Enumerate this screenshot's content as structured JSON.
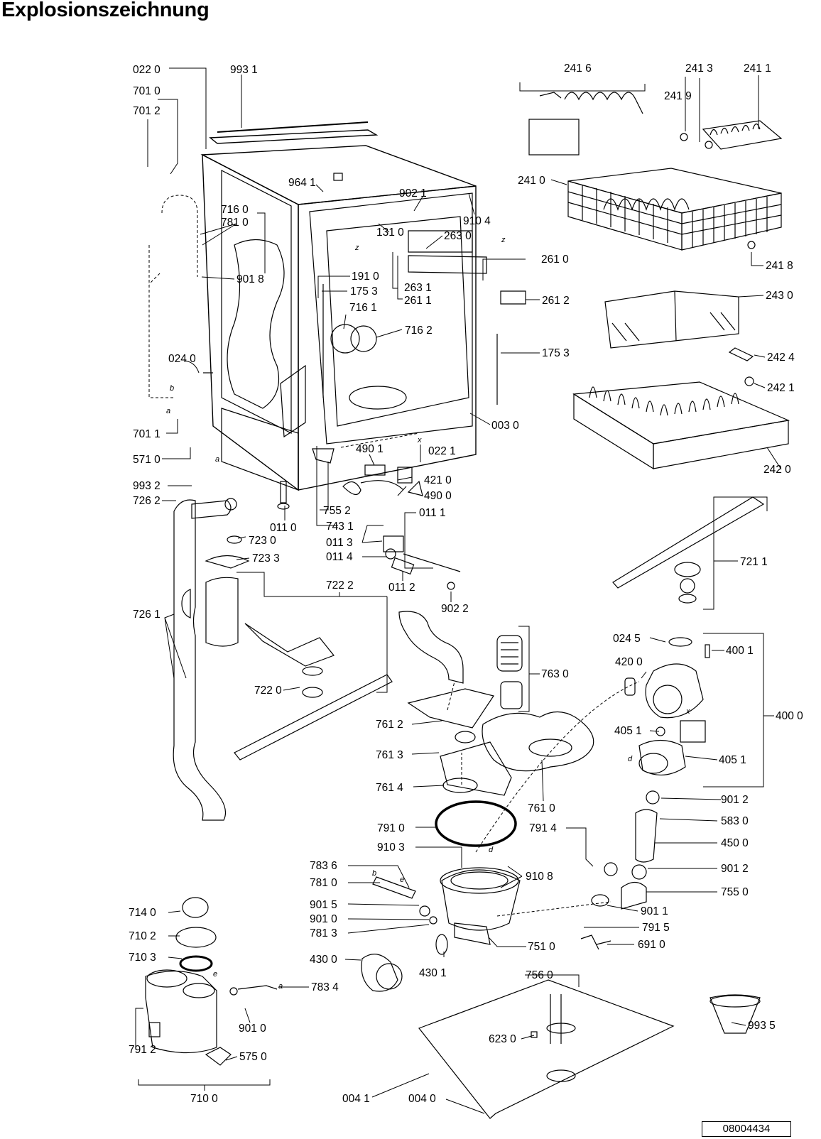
{
  "title": "Explosionszeichnung",
  "document_number": "08004434",
  "letters": {
    "a": "a",
    "b": "b",
    "d": "d",
    "e": "e",
    "x": "x",
    "z": "z"
  },
  "parts": {
    "p022_0": "022 0",
    "p993_1": "993 1",
    "p701_0": "701 0",
    "p701_2": "701 2",
    "p964_1": "964 1",
    "p902_1": "902 1",
    "p910_4": "910 4",
    "p716_0": "716 0",
    "p781_0_top": "781 0",
    "p131_0": "131 0",
    "p263_0": "263 0",
    "p901_8": "901 8",
    "p191_0": "191 0",
    "p175_3_a": "175 3",
    "p263_1": "263 1",
    "p261_1": "261 1",
    "p261_0": "261 0",
    "p261_2": "261 2",
    "p716_1": "716 1",
    "p716_2": "716 2",
    "p175_3_b": "175 3",
    "p024_0": "024 0",
    "p003_0": "003 0",
    "p701_1": "701 1",
    "p571_0": "571 0",
    "p490_1": "490 1",
    "p022_1": "022 1",
    "p993_2": "993 2",
    "p421_0": "421 0",
    "p490_0": "490 0",
    "p726_2": "726 2",
    "p755_2": "755 2",
    "p011_1": "011 1",
    "p011_0": "011 0",
    "p743_1": "743 1",
    "p723_0": "723 0",
    "p011_3": "011 3",
    "p723_3": "723 3",
    "p011_4": "011 4",
    "p011_2": "011 2",
    "p722_2": "722 2",
    "p902_2": "902 2",
    "p726_1": "726 1",
    "p722_0": "722 0",
    "p241_6": "241 6",
    "p241_3": "241 3",
    "p241_1": "241 1",
    "p241_9": "241 9",
    "p241_0": "241 0",
    "p241_8": "241 8",
    "p243_0": "243 0",
    "p242_4": "242 4",
    "p242_1": "242 1",
    "p242_0": "242 0",
    "p721_1": "721 1",
    "p024_5": "024 5",
    "p400_1": "400 1",
    "p420_0": "420 0",
    "p763_0": "763 0",
    "p400_0": "400 0",
    "p761_2": "761 2",
    "p405_1_a": "405 1",
    "p761_3": "761 3",
    "p405_1_b": "405 1",
    "p761_4": "761 4",
    "p761_0": "761 0",
    "p901_2_a": "901 2",
    "p791_0": "791 0",
    "p791_4": "791 4",
    "p583_0": "583 0",
    "p450_0": "450 0",
    "p910_3": "910 3",
    "p910_8": "910 8",
    "p901_2_b": "901 2",
    "p783_6": "783 6",
    "p781_0_bottom": "781 0",
    "p755_0": "755 0",
    "p901_5": "901 5",
    "p901_0_a": "901 0",
    "p901_1": "901 1",
    "p781_3": "781 3",
    "p791_5": "791 5",
    "p751_0": "751 0",
    "p691_0": "691 0",
    "p714_0": "714 0",
    "p710_2": "710 2",
    "p710_3": "710 3",
    "p430_0": "430 0",
    "p430_1": "430 1",
    "p783_4": "783 4",
    "p756_0": "756 0",
    "p901_0_b": "901 0",
    "p993_5": "993 5",
    "p623_0": "623 0",
    "p791_2": "791 2",
    "p575_0": "575 0",
    "p710_0": "710 0",
    "p004_1": "004 1",
    "p004_0": "004 0"
  }
}
